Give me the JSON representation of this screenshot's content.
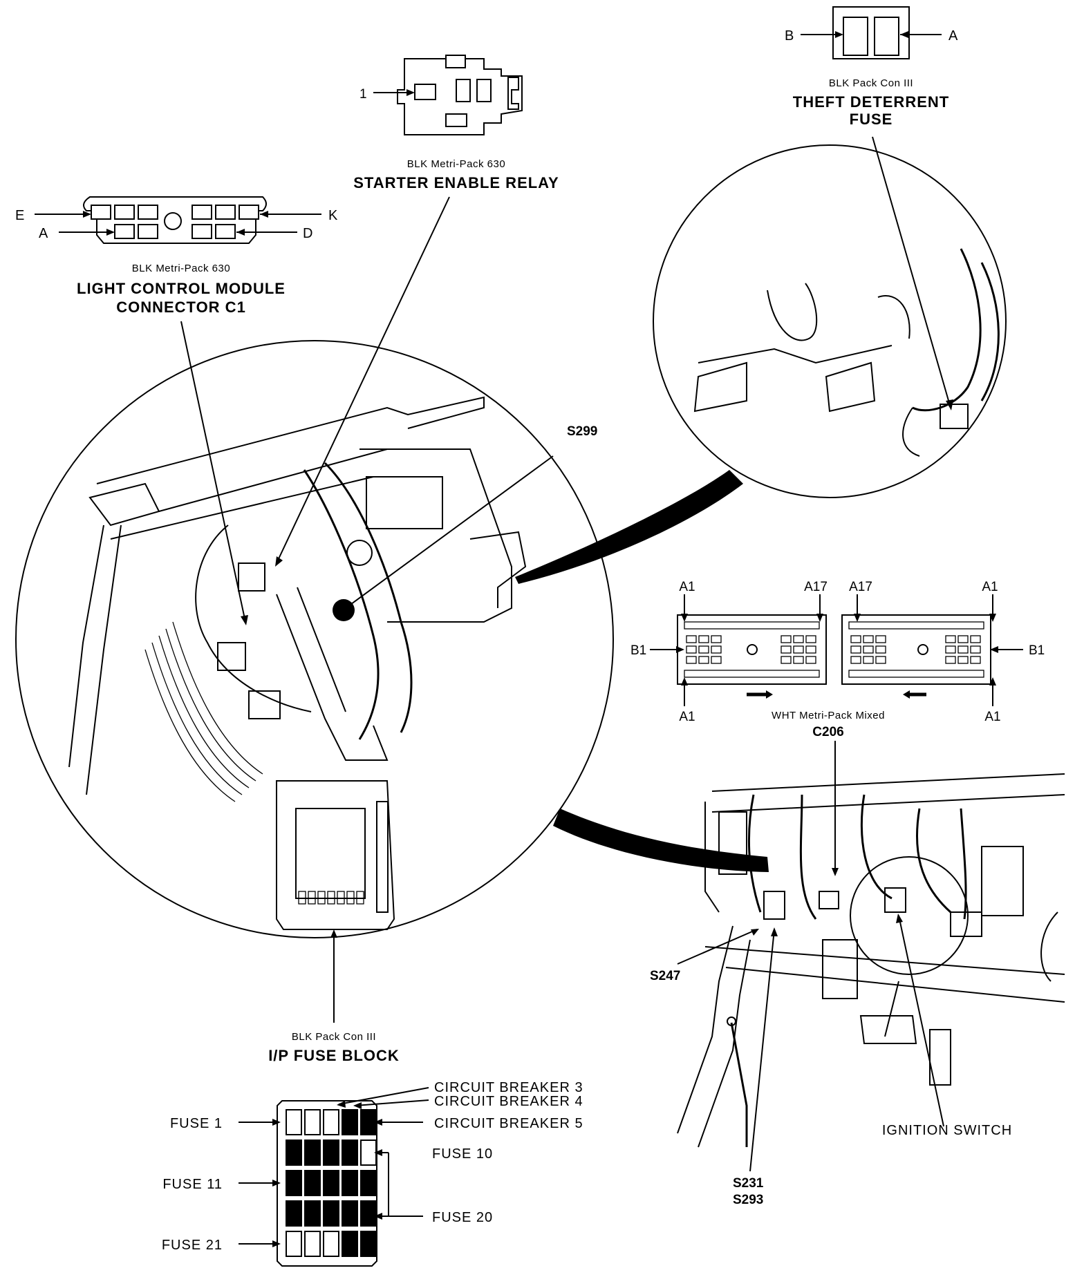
{
  "starter_relay": {
    "pin_1": "1",
    "type": "BLK Metri-Pack 630",
    "name": "STARTER ENABLE RELAY"
  },
  "theft_fuse": {
    "pin_b": "B",
    "pin_a": "A",
    "type": "BLK Pack Con III",
    "name_line1": "THEFT DETERRENT",
    "name_line2": "FUSE"
  },
  "lcm_connector": {
    "pin_e": "E",
    "pin_a": "A",
    "pin_k": "K",
    "pin_d": "D",
    "type": "BLK Metri-Pack 630",
    "name_line1": "LIGHT CONTROL MODULE",
    "name_line2": "CONNECTOR C1"
  },
  "c206": {
    "left_top_a1": "A1",
    "left_top_a17": "A17",
    "left_b1": "B1",
    "left_bottom_a1": "A1",
    "right_top_a17": "A17",
    "right_top_a1": "A1",
    "right_b1": "B1",
    "right_bottom_a1": "A1",
    "type": "WHT Metri-Pack Mixed",
    "name": "C206"
  },
  "splices": {
    "s299": "S299",
    "s247": "S247",
    "s231": "S231",
    "s293": "S293"
  },
  "ignition_switch": "IGNITION SWITCH",
  "ip_fuse_block": {
    "type": "BLK Pack Con III",
    "name": "I/P FUSE BLOCK",
    "circuit_breaker_3": "CIRCUIT BREAKER 3",
    "circuit_breaker_4": "CIRCUIT BREAKER 4",
    "circuit_breaker_5": "CIRCUIT BREAKER 5",
    "fuse_1": "FUSE 1",
    "fuse_10": "FUSE 10",
    "fuse_11": "FUSE 11",
    "fuse_20": "FUSE 20",
    "fuse_21": "FUSE 21"
  }
}
